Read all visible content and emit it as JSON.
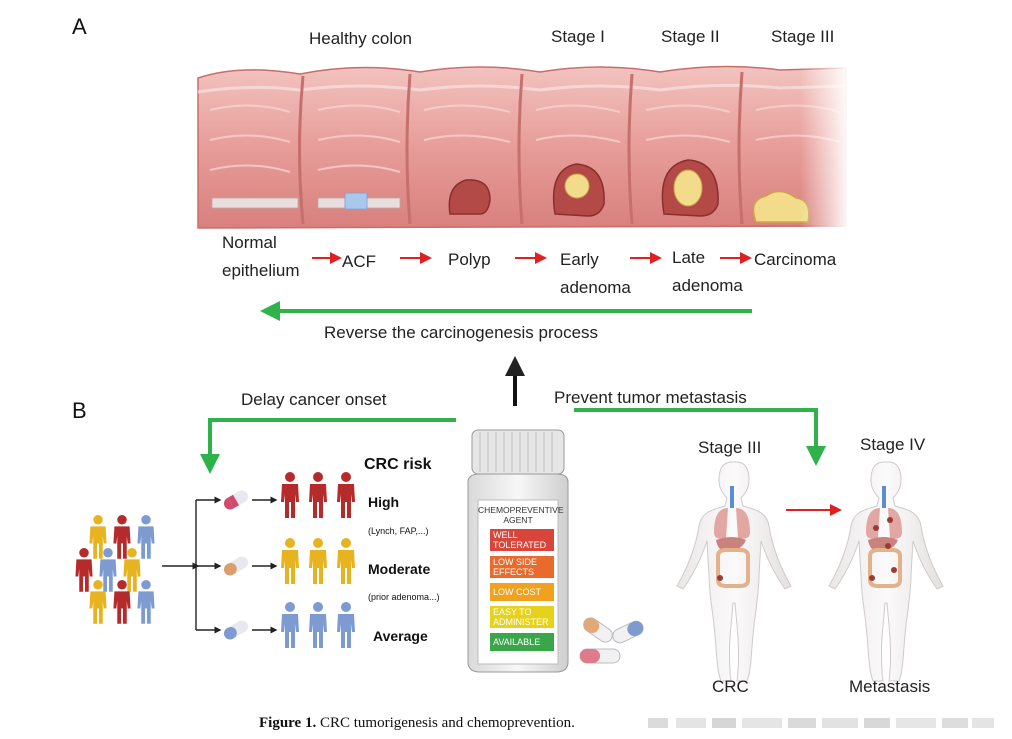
{
  "panel_a": {
    "letter": "A",
    "header_healthy": "Healthy colon",
    "stages": [
      "Stage I",
      "Stage II",
      "Stage III"
    ],
    "sequence": [
      {
        "line1": "Normal",
        "line2": "epithelium"
      },
      {
        "line1": "ACF",
        "line2": ""
      },
      {
        "line1": "Polyp",
        "line2": ""
      },
      {
        "line1": "Early",
        "line2": "adenoma"
      },
      {
        "line1": "Late",
        "line2": "adenoma"
      },
      {
        "line1": "Carcinoma",
        "line2": ""
      }
    ],
    "reverse_label": "Reverse the carcinogenesis process"
  },
  "panel_b": {
    "letter": "B",
    "delay_label": "Delay cancer onset",
    "prevent_label": "Prevent tumor metastasis",
    "risk_title": "CRC risk",
    "risks": [
      {
        "label": "High",
        "sub": "(Lynch, FAP,...)"
      },
      {
        "label": "Moderate",
        "sub": "(prior adenoma...)"
      },
      {
        "label": "Average",
        "sub": ""
      }
    ],
    "jar": {
      "title_line1": "CHEMOPREVENTIVE",
      "title_line2": "AGENT",
      "labels": [
        {
          "line1": "WELL",
          "line2": "TOLERATED",
          "color": "#d9453b"
        },
        {
          "line1": "LOW SIDE",
          "line2": "EFFECTS",
          "color": "#e86a2c"
        },
        {
          "line1": "LOW COST",
          "line2": "",
          "color": "#f0a21f"
        },
        {
          "line1": "EASY TO",
          "line2": "ADMINISTER",
          "color": "#e6d21c"
        },
        {
          "line1": "AVAILABLE",
          "line2": "",
          "color": "#3aa64a"
        }
      ]
    },
    "stage3_label": "Stage III",
    "stage4_label": "Stage IV",
    "crc_label": "CRC",
    "metastasis_label": "Metastasis"
  },
  "caption": {
    "bold": "Figure 1.",
    "text": "CRC tumorigenesis and chemoprevention."
  },
  "colors": {
    "green_arrow": "#2db34a",
    "red_arrow": "#e02020",
    "high_risk": "#b52a2a",
    "moderate_risk": "#e8b321",
    "average_risk": "#7d9bd1",
    "colon_wall": "#e8a3a0"
  }
}
